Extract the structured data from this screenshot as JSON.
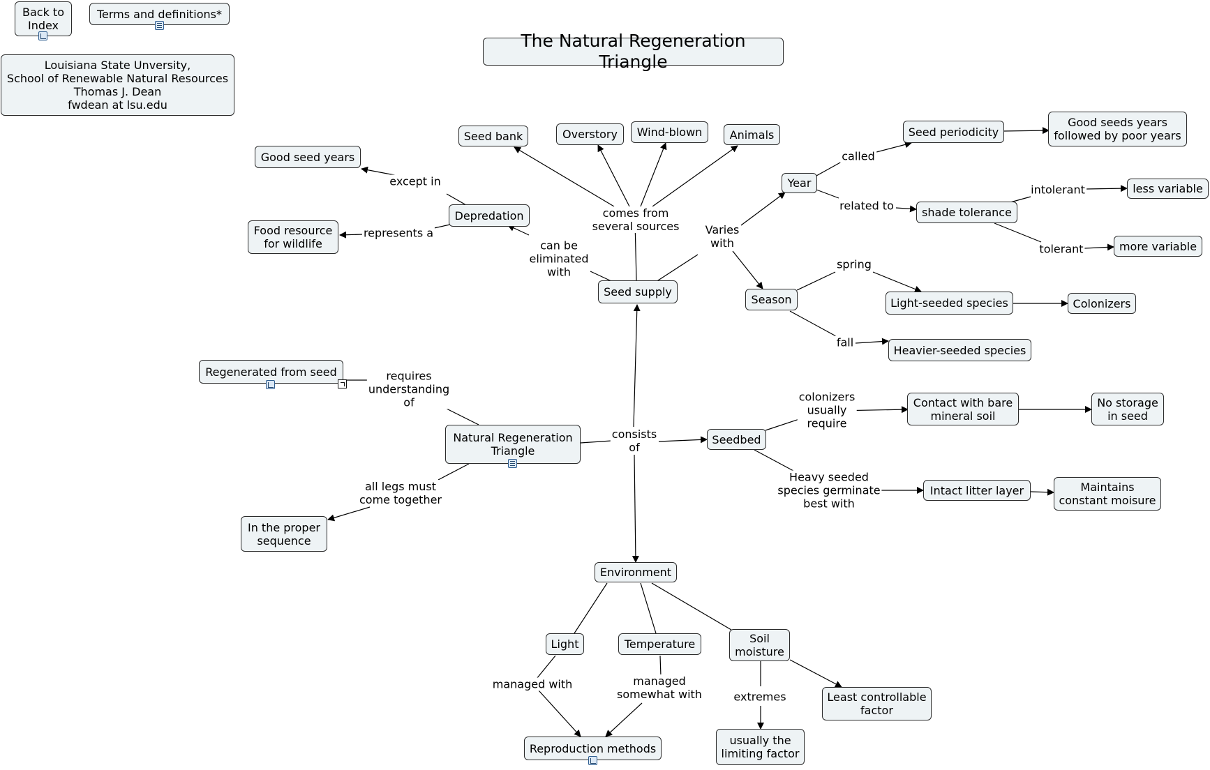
{
  "nodes": {
    "back": "Back to\nIndex",
    "terms": "Terms and definitions*",
    "author": "Louisiana State Unversity,\nSchool of Renewable Natural Resources\nThomas J. Dean\nfwdean at lsu.edu",
    "title": "The Natural Regeneration Triangle",
    "seed_bank": "Seed bank",
    "overstory": "Overstory",
    "wind_blown": "Wind-blown",
    "animals": "Animals",
    "good_seed_years": "Good seed years",
    "depredation": "Depredation",
    "food_resource": "Food resource\nfor wildlife",
    "seed_supply": "Seed supply",
    "year": "Year",
    "seed_periodicity": "Seed periodicity",
    "good_seeds_poor": "Good seeds years\nfollowed by poor years",
    "shade_tolerance": "shade tolerance",
    "less_variable": "less variable",
    "more_variable": "more variable",
    "season": "Season",
    "light_seeded": "Light-seeded species",
    "colonizers": "Colonizers",
    "heavier_seeded": "Heavier-seeded species",
    "regenerated_from_seed": "Regenerated from seed",
    "nrt": "Natural Regeneration\nTriangle",
    "in_proper_sequence": "In the proper\nsequence",
    "seedbed": "Seedbed",
    "contact_bare_soil": "Contact with bare\nmineral soil",
    "no_storage": "No storage\nin seed",
    "intact_litter": "Intact litter layer",
    "maintains_moisture": "Maintains\nconstant moisure",
    "environment": "Environment",
    "light": "Light",
    "temperature": "Temperature",
    "soil_moisture": "Soil\nmoisture",
    "reproduction_methods": "Reproduction methods",
    "limiting_factor": "usually the\nlimiting factor",
    "least_controllable": "Least controllable\nfactor"
  },
  "links": {
    "except_in": "except in",
    "represents_a": "represents a",
    "can_be_eliminated": "can be\neliminated\nwith",
    "comes_from": "comes from\nseveral sources",
    "varies_with": "Varies\nwith",
    "called": "called",
    "related_to": "related to",
    "intolerant": "intolerant",
    "tolerant": "tolerant",
    "spring": "spring",
    "fall": "fall",
    "requires_understanding": "requires\nunderstanding\nof",
    "all_legs": "all legs must\ncome together",
    "consists_of": "consists\nof",
    "colonizers_require": "colonizers\nusually\nrequire",
    "heavy_seeded": "Heavy seeded\nspecies germinate\nbest with",
    "managed_with": "managed with",
    "managed_somewhat": "managed\nsomewhat with",
    "extremes": "extremes"
  }
}
